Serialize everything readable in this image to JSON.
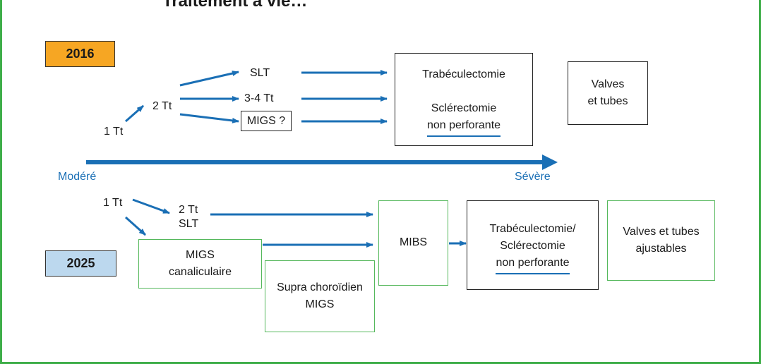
{
  "title": "Traitement à vie…",
  "colors": {
    "frame": "#3fae49",
    "arrow": "#1a6fb5",
    "year_2016": "#f6a623",
    "year_2025": "#bcd8ee",
    "green_box": "#55b85c"
  },
  "scale": {
    "start": "Modéré",
    "end": "Sévère"
  },
  "y2016": {
    "year": "2016",
    "step1": "1 Tt",
    "step2": "2 Tt",
    "options": [
      "SLT",
      "3-4 Tt",
      "MIGS ?"
    ],
    "surgery": {
      "line1": "Trabéculectomie",
      "line2": "Sclérectomie",
      "line3": "non perforante"
    },
    "valves": {
      "line1": "Valves",
      "line2": "et tubes"
    }
  },
  "y2025": {
    "year": "2025",
    "step1": "1 Tt",
    "step2_line1": "2 Tt",
    "step2_line2": "SLT",
    "migs_canal": {
      "line1": "MIGS",
      "line2": "canaliculaire"
    },
    "supra": {
      "line1": "Supra choroïdien",
      "line2": "MIGS"
    },
    "mibs": "MIBS",
    "surgery": {
      "line1": "Trabéculectomie/",
      "line2": "Sclérectomie",
      "line3": "non perforante"
    },
    "valves": {
      "line1": "Valves et tubes",
      "line2": "ajustables"
    }
  }
}
